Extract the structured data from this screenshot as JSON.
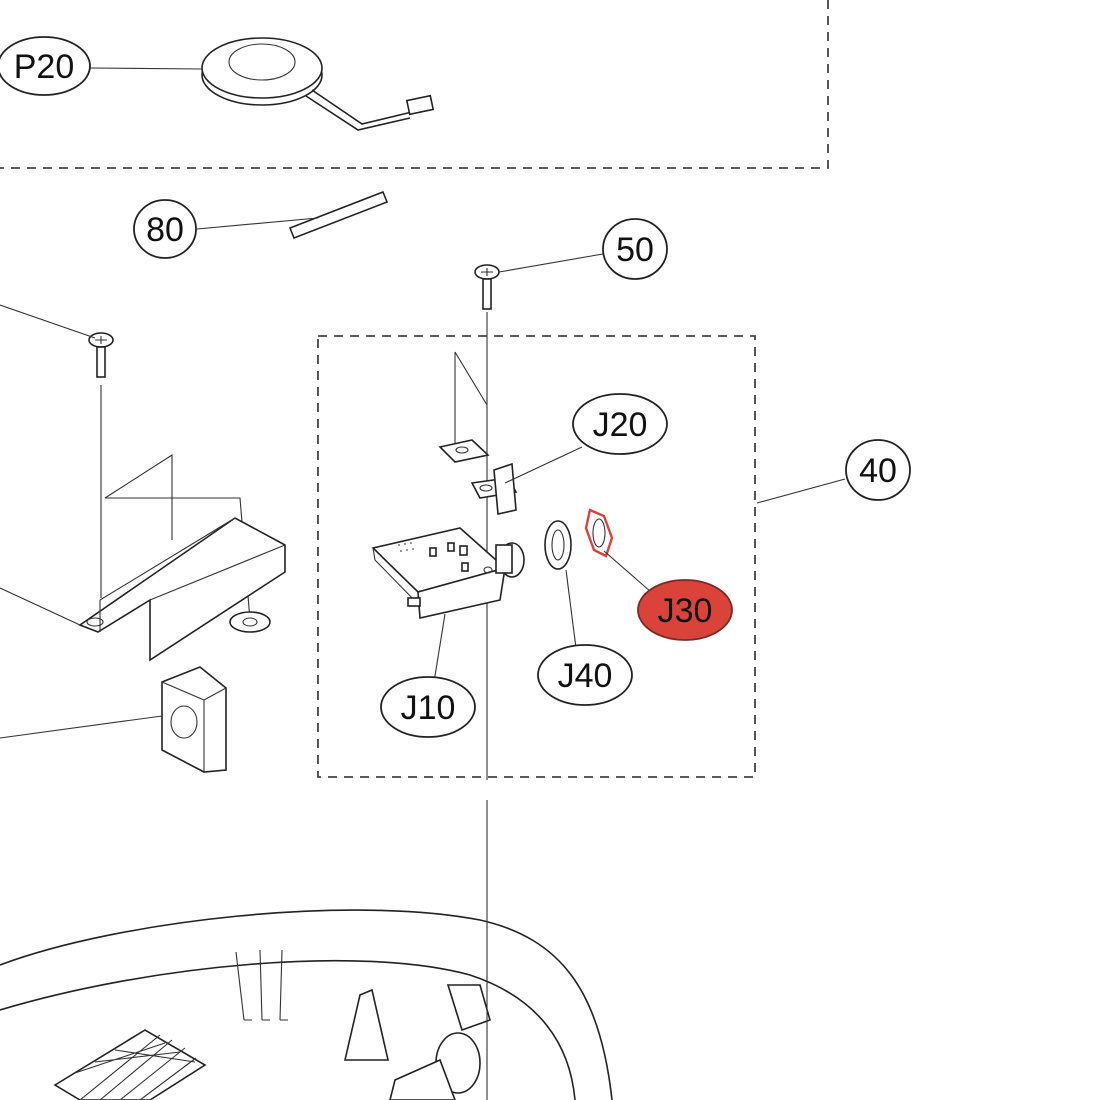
{
  "diagram": {
    "callouts": [
      {
        "id": "p20",
        "label": "P20"
      },
      {
        "id": "80",
        "label": "80"
      },
      {
        "id": "50",
        "label": "50"
      },
      {
        "id": "j20",
        "label": "J20"
      },
      {
        "id": "40",
        "label": "40"
      },
      {
        "id": "j30",
        "label": "J30",
        "highlighted": true
      },
      {
        "id": "j40",
        "label": "J40"
      },
      {
        "id": "j10",
        "label": "J10"
      }
    ],
    "colors": {
      "line": "#222222",
      "highlight": "#d9433a",
      "background": "#ffffff"
    }
  }
}
